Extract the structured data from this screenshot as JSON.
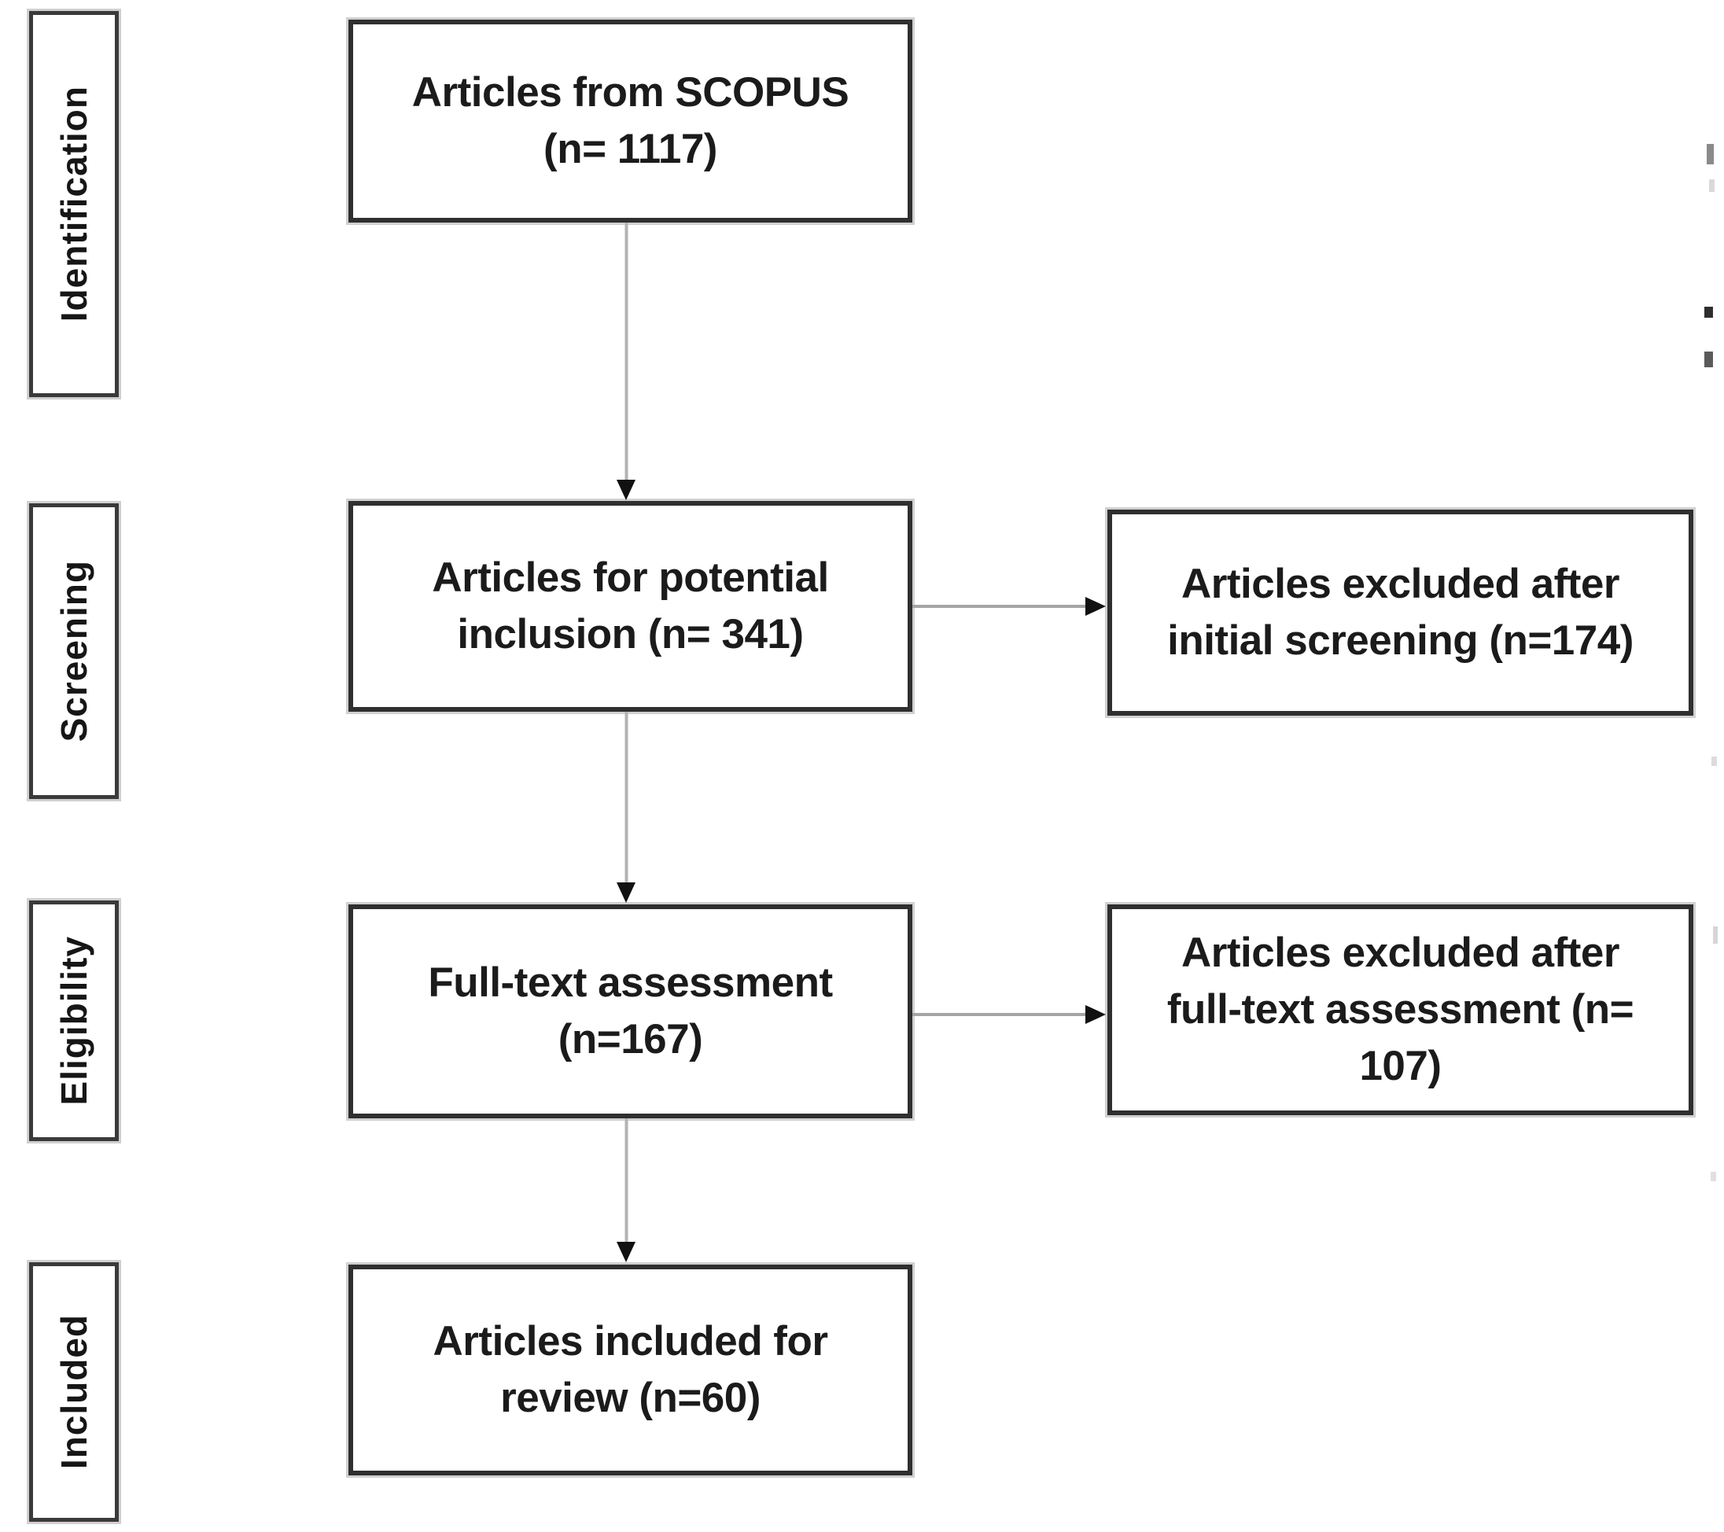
{
  "figure": {
    "type": "prisma-flow-diagram",
    "background": "#ffffff",
    "stages": [
      {
        "label": "Identification"
      },
      {
        "label": "Screening"
      },
      {
        "label": "Eligibility"
      },
      {
        "label": "Included"
      }
    ],
    "flow_boxes": [
      {
        "lines": [
          "Articles from SCOPUS",
          "(n= 1117)"
        ]
      },
      {
        "lines": [
          "Articles for potential",
          "inclusion (n= 341)"
        ]
      },
      {
        "lines": [
          "Full-text assessment",
          "(n=167)"
        ]
      },
      {
        "lines": [
          "Articles included for",
          "review (n=60)"
        ]
      }
    ],
    "exclusion_boxes": [
      {
        "lines": [
          "Articles excluded after",
          "initial screening (n=174)"
        ]
      },
      {
        "lines": [
          "Articles excluded after",
          "full-text assessment (n=",
          "107)"
        ]
      }
    ],
    "counts": {
      "articles_from_scopus": 1117,
      "articles_for_potential_inclusion": 341,
      "excluded_after_initial_screening": 174,
      "full_text_assessment": 167,
      "excluded_after_full_text_assessment": 107,
      "included_for_review": 60
    },
    "colors": {
      "box_border": "#2f2f2f",
      "text": "#1b1b1b",
      "connector_line": "#a5a5a5",
      "arrowhead": "#111111"
    }
  }
}
